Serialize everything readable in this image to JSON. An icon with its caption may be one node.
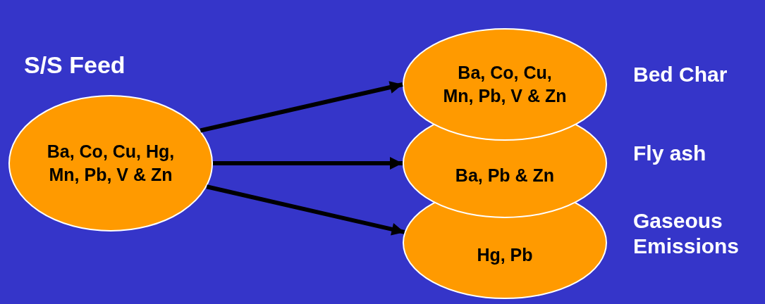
{
  "diagram": {
    "nodes": [
      {
        "text": [
          "S/S Feed",
          "Ba, Co, Cu, Hg, Mn, Pb, V & Zn"
        ]
      },
      {
        "text": [
          "Ba, Co, Cu, Mn, Pb, V & Zn"
        ],
        "beside": [
          "Bed Char"
        ]
      },
      {
        "text": [
          "Ba, Pb & Zn"
        ],
        "beside": [
          "Fly ash"
        ]
      },
      {
        "text": [
          "Hg, Pb"
        ],
        "beside": [
          "Gaseous Emissions"
        ]
      }
    ],
    "edges": [
      {
        "from": 0,
        "to": 1,
        "arrow": "to"
      },
      {
        "from": 0,
        "to": 2,
        "arrow": "to"
      },
      {
        "from": 0,
        "to": 3,
        "arrow": "to"
      }
    ]
  }
}
